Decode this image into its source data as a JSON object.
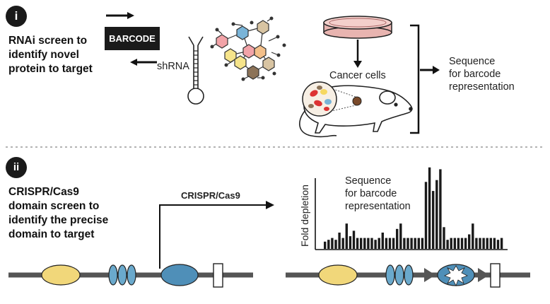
{
  "panel_i": {
    "badge": "i",
    "title": "RNAi screen to\nidentify novel\nprotein to target",
    "barcode": "BARCODE",
    "shrna": "shRNA",
    "cancer_cells": "Cancer cells",
    "sequence": "Sequence\nfor barcode\nrepresentation"
  },
  "panel_ii": {
    "badge": "ii",
    "title": "CRISPR/Cas9\ndomain screen to\nidentify the precise\ndomain to target",
    "crispr_label": "CRISPR/Cas9",
    "sequence": "Sequence\nfor barcode\nrepresentation",
    "ylabel": "Fold depletion"
  },
  "colors": {
    "yellow_domain": "#f1d77a",
    "blue_domain": "#6aa9cc",
    "protein_line": "#555555",
    "hex_pink": "#f2a3a8",
    "hex_blue": "#79b4d8",
    "hex_tan": "#d8c4a2",
    "hex_yellow": "#f6e48a",
    "hex_orange": "#f4c08a",
    "hex_brown": "#8c7358",
    "dish": "#e8b4b0"
  },
  "chart_data": {
    "type": "bar",
    "ylabel": "Fold depletion",
    "values": [
      8,
      10,
      12,
      10,
      18,
      12,
      28,
      14,
      20,
      12,
      12,
      12,
      12,
      12,
      10,
      12,
      18,
      12,
      12,
      12,
      22,
      28,
      12,
      12,
      12,
      12,
      12,
      12,
      74,
      90,
      64,
      76,
      88,
      24,
      10,
      12,
      12,
      12,
      12,
      12,
      16,
      28,
      12,
      12,
      12,
      12,
      12,
      12,
      10,
      12
    ]
  }
}
